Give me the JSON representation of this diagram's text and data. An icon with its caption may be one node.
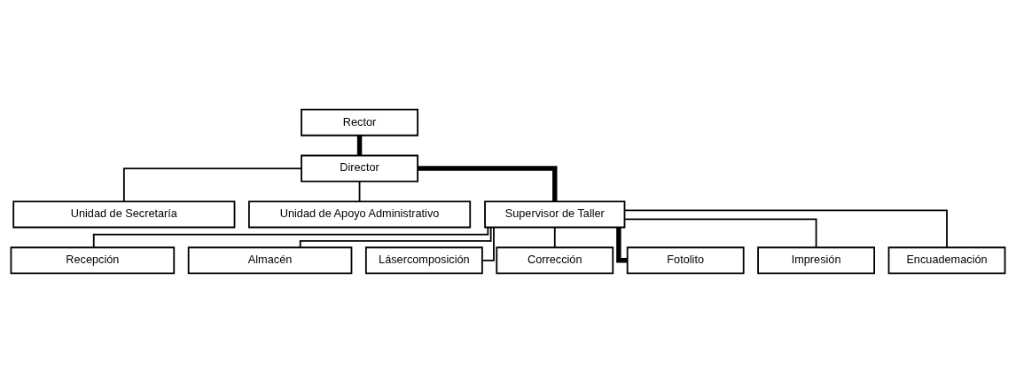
{
  "diagram": {
    "nodes": [
      {
        "text": [
          "Rector"
        ]
      },
      {
        "text": [
          "Director"
        ]
      },
      {
        "text": [
          "Unidad de Secretaría"
        ]
      },
      {
        "text": [
          "Unidad de Apoyo Administrativo"
        ]
      },
      {
        "text": [
          "Supervisor de Taller"
        ]
      },
      {
        "text": [
          "Recepción"
        ]
      },
      {
        "text": [
          "Almacén"
        ]
      },
      {
        "text": [
          "Lásercomposición"
        ]
      },
      {
        "text": [
          "Corrección"
        ]
      },
      {
        "text": [
          "Fotolito"
        ]
      },
      {
        "text": [
          "Impresión"
        ]
      },
      {
        "text": [
          "Encuademación"
        ]
      }
    ],
    "edges": [
      {
        "from": 0,
        "to": 1,
        "arrow": "none",
        "style": "thick"
      },
      {
        "from": 1,
        "to": 2,
        "arrow": "none"
      },
      {
        "from": 1,
        "to": 3,
        "arrow": "none"
      },
      {
        "from": 1,
        "to": 4,
        "arrow": "none",
        "style": "thick"
      },
      {
        "from": 4,
        "to": 5,
        "arrow": "none"
      },
      {
        "from": 4,
        "to": 6,
        "arrow": "none"
      },
      {
        "from": 4,
        "to": 7,
        "arrow": "none"
      },
      {
        "from": 4,
        "to": 8,
        "arrow": "none"
      },
      {
        "from": 4,
        "to": 9,
        "arrow": "none",
        "style": "thick"
      },
      {
        "from": 4,
        "to": 10,
        "arrow": "none"
      },
      {
        "from": 4,
        "to": 11,
        "arrow": "none"
      }
    ]
  }
}
